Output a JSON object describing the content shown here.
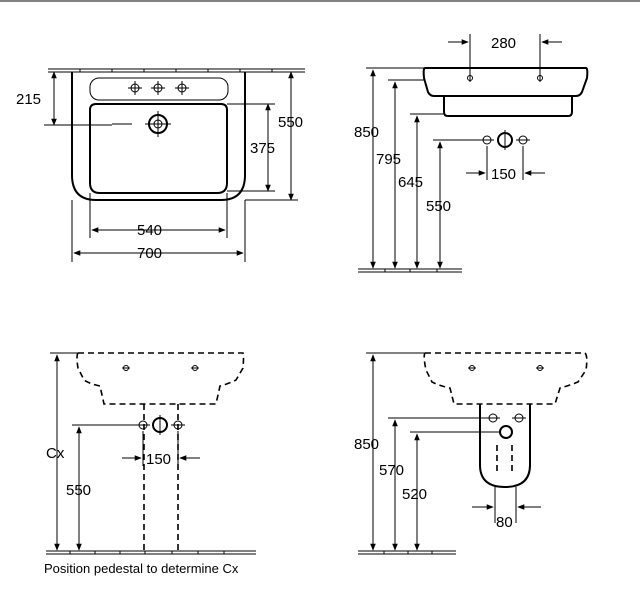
{
  "dimensions": {
    "top_left": {
      "width_total": "700",
      "width_inner": "540",
      "height_total": "550",
      "basin_depth": "375",
      "tap_offset": "215"
    },
    "top_right": {
      "height_total": "850",
      "height_rim": "795",
      "height_waste": "645",
      "height_supply": "550",
      "tap_spacing": "280",
      "supply_spacing": "150"
    },
    "bottom_left": {
      "height_cx": "Cx",
      "height_supply": "550",
      "supply_spacing": "150"
    },
    "bottom_right": {
      "height_total": "850",
      "height_supply": "570",
      "height_waste": "520",
      "waste_width": "80"
    }
  },
  "caption": "Position pedestal to determine Cx"
}
